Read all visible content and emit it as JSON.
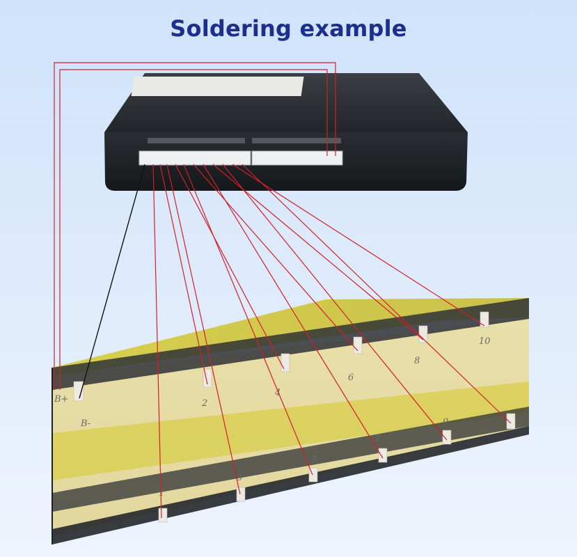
{
  "header": {
    "title": "Soldering example"
  },
  "cell_marks": {
    "top_row": [
      "B+",
      "2",
      "4",
      "6",
      "8",
      "10"
    ],
    "bottom_row": [
      "B-",
      "1",
      "3",
      "5",
      "7",
      "9"
    ]
  },
  "colors": {
    "wire": "#d21f2a",
    "ground_wire": "#111111",
    "title": "#1d2f8c",
    "tape": "#d9cf55",
    "module": "#2c3034"
  }
}
